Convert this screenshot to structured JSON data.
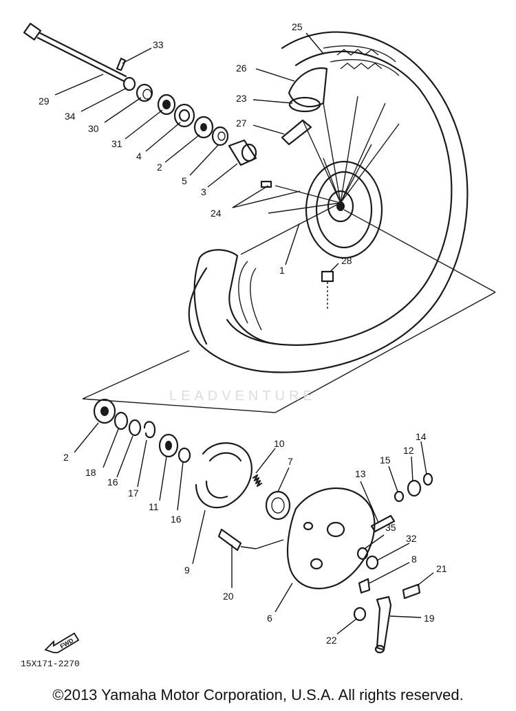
{
  "diagram": {
    "callouts": [
      {
        "id": "25",
        "label": "25"
      },
      {
        "id": "26",
        "label": "26"
      },
      {
        "id": "23",
        "label": "23"
      },
      {
        "id": "27",
        "label": "27"
      },
      {
        "id": "33",
        "label": "33"
      },
      {
        "id": "29",
        "label": "29"
      },
      {
        "id": "34",
        "label": "34"
      },
      {
        "id": "30",
        "label": "30"
      },
      {
        "id": "31",
        "label": "31"
      },
      {
        "id": "4",
        "label": "4"
      },
      {
        "id": "2a",
        "label": "2"
      },
      {
        "id": "5",
        "label": "5"
      },
      {
        "id": "3",
        "label": "3"
      },
      {
        "id": "24",
        "label": "24"
      },
      {
        "id": "1",
        "label": "1"
      },
      {
        "id": "28",
        "label": "28"
      },
      {
        "id": "2b",
        "label": "2"
      },
      {
        "id": "18",
        "label": "18"
      },
      {
        "id": "16a",
        "label": "16"
      },
      {
        "id": "17",
        "label": "17"
      },
      {
        "id": "11",
        "label": "11"
      },
      {
        "id": "16b",
        "label": "16"
      },
      {
        "id": "10",
        "label": "10"
      },
      {
        "id": "7",
        "label": "7"
      },
      {
        "id": "9",
        "label": "9"
      },
      {
        "id": "20",
        "label": "20"
      },
      {
        "id": "6",
        "label": "6"
      },
      {
        "id": "13",
        "label": "13"
      },
      {
        "id": "15",
        "label": "15"
      },
      {
        "id": "12",
        "label": "12"
      },
      {
        "id": "14",
        "label": "14"
      },
      {
        "id": "35",
        "label": "35"
      },
      {
        "id": "32",
        "label": "32"
      },
      {
        "id": "8",
        "label": "8"
      },
      {
        "id": "21",
        "label": "21"
      },
      {
        "id": "19",
        "label": "19"
      },
      {
        "id": "22",
        "label": "22"
      }
    ],
    "fwd_label": "FWD"
  },
  "footer": {
    "diagram_code": "15X171-2270",
    "watermark": "LEADVENTURE",
    "copyright": "©2013 Yamaha Motor Corporation, U.S.A. All rights reserved."
  }
}
